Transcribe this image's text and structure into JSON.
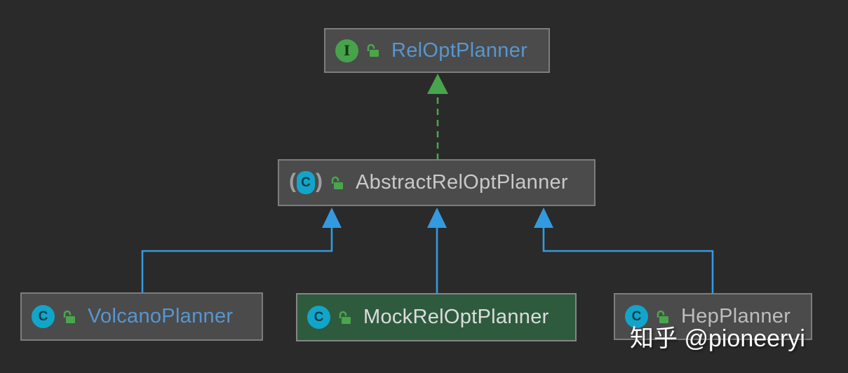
{
  "diagram": {
    "background_color": "#2a2a2a",
    "node_fill_color": "#4b4b4b",
    "selected_node_fill_color": "#2e5b3e",
    "node_border_color": "#7d7d7d",
    "extends_edge_color": "#349adf",
    "implements_edge_color": "#49a54d",
    "icon_letters": {
      "class": "C",
      "interface": "I"
    },
    "icon_parens": {
      "open": "(",
      "close": ")"
    },
    "nodes": [
      {
        "id": "reloptplanner",
        "label": "RelOptPlanner",
        "kind": "interface",
        "visibility": "public",
        "label_color": "#5796cf",
        "selected": false
      },
      {
        "id": "abstractreloptplanner",
        "label": "AbstractRelOptPlanner",
        "kind": "abstract-class",
        "visibility": "public",
        "label_color": "#c9c9c9",
        "selected": false
      },
      {
        "id": "volcanoplanner",
        "label": "VolcanoPlanner",
        "kind": "class",
        "visibility": "public",
        "label_color": "#5796cf",
        "selected": false
      },
      {
        "id": "mockreloptplanner",
        "label": "MockRelOptPlanner",
        "kind": "class",
        "visibility": "public",
        "label_color": "#dcdcdc",
        "selected": true
      },
      {
        "id": "hepplanner",
        "label": "HepPlanner",
        "kind": "class",
        "visibility": "public",
        "label_color": "#bdbdbd",
        "selected": false
      }
    ],
    "edges": [
      {
        "from": "AbstractRelOptPlanner",
        "to": "RelOptPlanner",
        "type": "implements",
        "style": "dashed",
        "color": "#49a54d"
      },
      {
        "from": "VolcanoPlanner",
        "to": "AbstractRelOptPlanner",
        "type": "extends",
        "style": "solid",
        "color": "#349adf"
      },
      {
        "from": "MockRelOptPlanner",
        "to": "AbstractRelOptPlanner",
        "type": "extends",
        "style": "solid",
        "color": "#349adf"
      },
      {
        "from": "HepPlanner",
        "to": "AbstractRelOptPlanner",
        "type": "extends",
        "style": "solid",
        "color": "#349adf"
      }
    ]
  },
  "watermark": {
    "text": "知乎 @pioneeryi",
    "color": "#ffffff"
  }
}
